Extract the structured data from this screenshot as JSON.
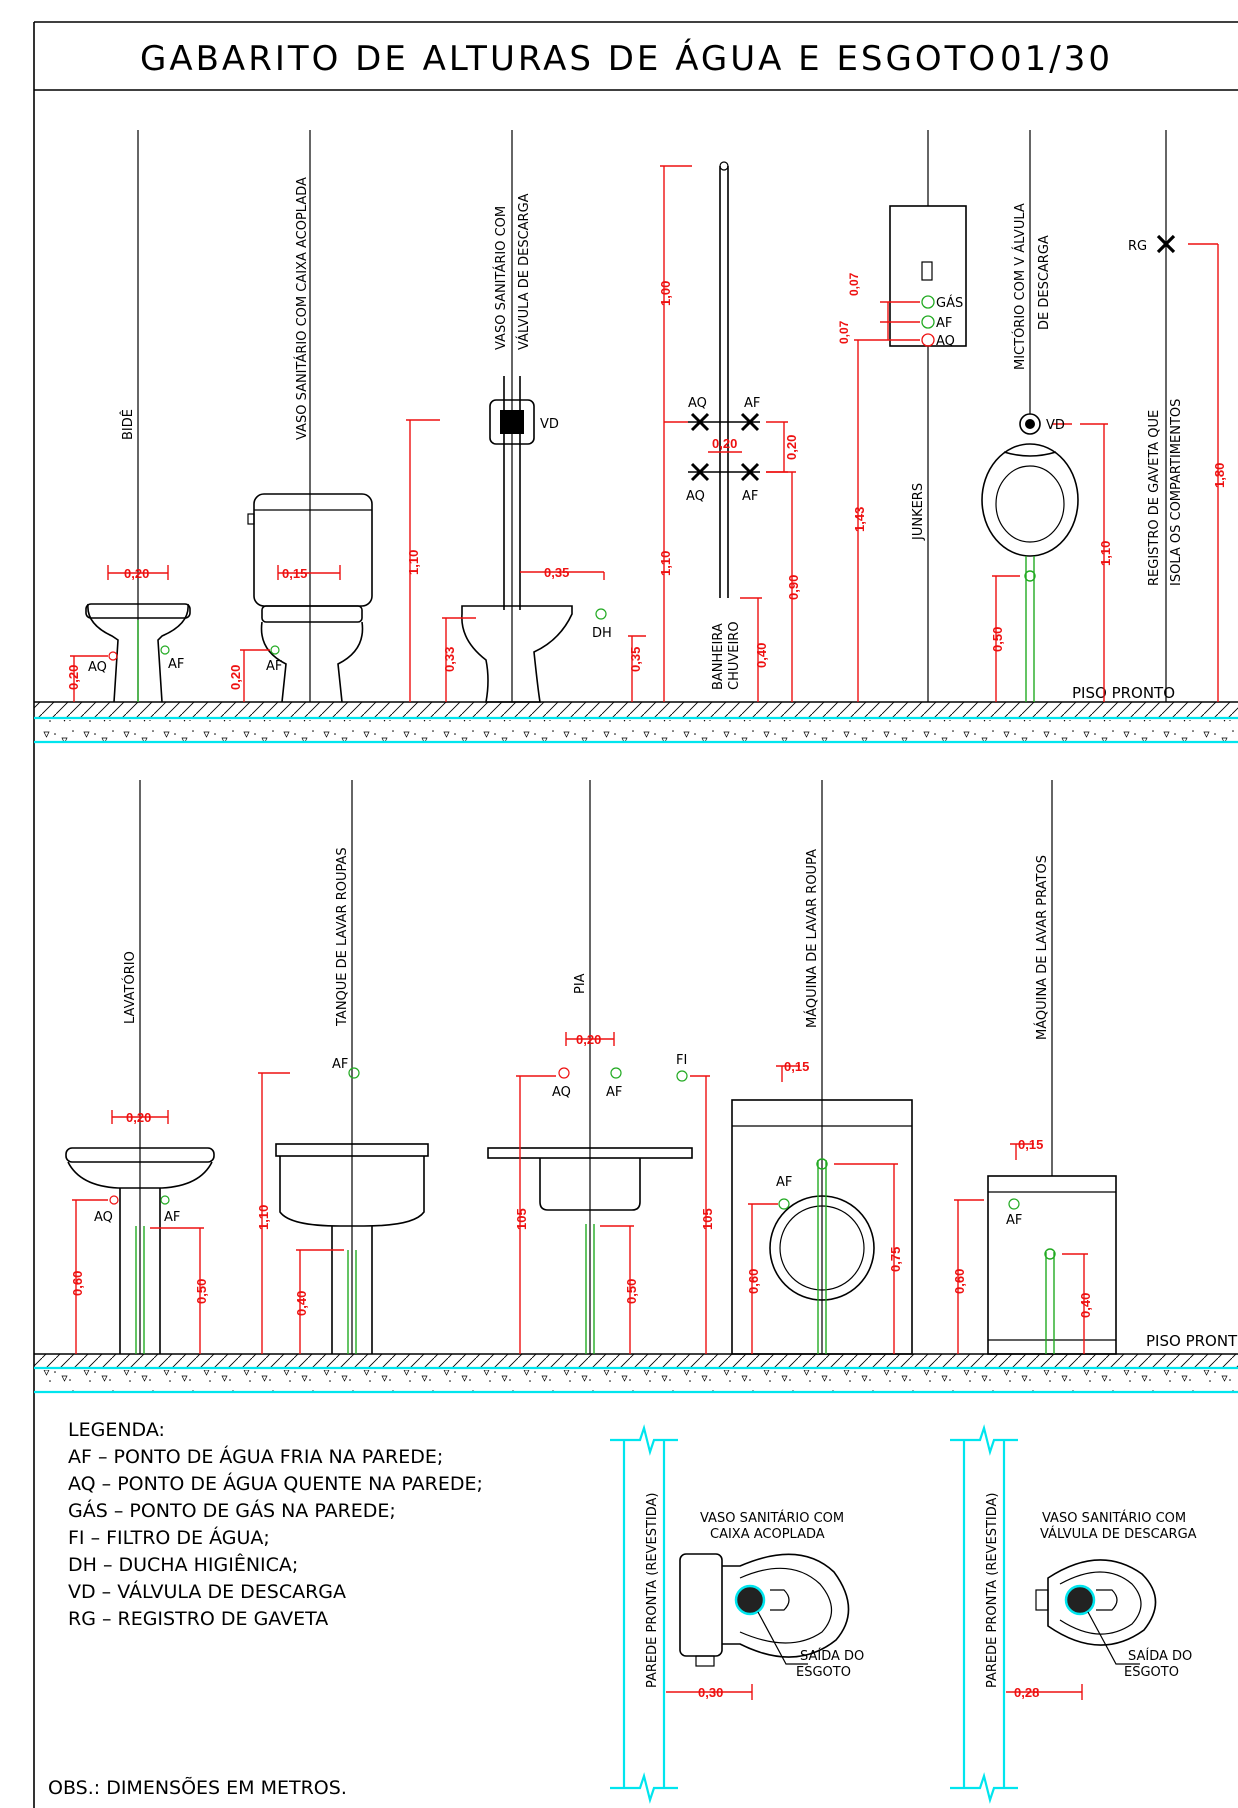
{
  "title": "GABARITO DE ALTURAS DE ÁGUA E ESGOTO",
  "sheet_code": "01/30",
  "top_row": {
    "fixtures": [
      {
        "label": "BIDÊ",
        "dims": [
          "0,20",
          "0,20"
        ],
        "points": [
          "AQ",
          "AF"
        ]
      },
      {
        "label": "VASO SANITÁRIO COM CAIXA ACOPLADA",
        "dims": [
          "0,15",
          "0,20"
        ],
        "points": [
          "AF"
        ]
      },
      {
        "label_line1": "VASO SANITÁRIO COM",
        "label_line2": "VÁLVULA DE DESCARGA",
        "dims": [
          "1,10",
          "0,33",
          "0,35",
          "0,35"
        ],
        "points": [
          "VD",
          "DH"
        ]
      },
      {
        "label_line1": "BANHEIRA",
        "label_line2": "CHUVEIRO",
        "dims": [
          "1,00",
          "1,10",
          "0,20",
          "0,20",
          "0,90",
          "0,40"
        ],
        "points": [
          "AQ",
          "AF",
          "AQ",
          "AF"
        ]
      },
      {
        "label": "JUNKERS",
        "dims": [
          "0,07",
          "0,07",
          "1,43"
        ],
        "points": [
          "GÁS",
          "AF",
          "AQ"
        ]
      },
      {
        "label_line1": "MICTÓRIO COM V ÁLVULA",
        "label_line2": "DE DESCARGA",
        "dims": [
          "0,50",
          "1,10"
        ],
        "points": [
          "VD"
        ]
      },
      {
        "label_line1": "REGISTRO DE GAVETA QUE",
        "label_line2": "ISOLA OS COMPARTIMENTOS",
        "dims": [
          "1,80"
        ],
        "points": [
          "RG"
        ]
      }
    ],
    "floor_label": "PISO PRONTO"
  },
  "bottom_row": {
    "fixtures": [
      {
        "label": "LAVATÓRIO",
        "dims": [
          "0,20",
          "0,60",
          "0,50"
        ],
        "points": [
          "AQ",
          "AF"
        ]
      },
      {
        "label": "TANQUE DE LAVAR ROUPAS",
        "dims": [
          "1,10",
          "0,40"
        ],
        "points": [
          "AF"
        ]
      },
      {
        "label": "PIA",
        "dims": [
          "0,20",
          "105",
          "105",
          "0,50"
        ],
        "points": [
          "AQ",
          "AF",
          "FI"
        ]
      },
      {
        "label": "MÁQUINA DE LAVAR ROUPA",
        "dims": [
          "0,15",
          "0,60",
          "0,75"
        ],
        "points": [
          "AF"
        ]
      },
      {
        "label": "MÁQUINA DE LAVAR PRATOS",
        "dims": [
          "0,15",
          "0,60",
          "0,40"
        ],
        "points": [
          "AF"
        ]
      }
    ],
    "floor_label": "PISO PRONTO"
  },
  "legend": {
    "heading": "LEGENDA:",
    "items": [
      "AF – PONTO DE ÁGUA FRIA NA PAREDE;",
      "AQ – PONTO DE ÁGUA QUENTE NA PAREDE;",
      "GÁS – PONTO DE GÁS NA PAREDE;",
      "FI – FILTRO DE ÁGUA;",
      "DH – DUCHA HIGIÊNICA;",
      "VD – VÁLVULA DE DESCARGA",
      "RG – REGISTRO DE GAVETA"
    ]
  },
  "plan_views": [
    {
      "wall_label": "PAREDE PRONTA (REVESTIDA)",
      "title_line1": "VASO SANITÁRIO COM",
      "title_line2": "CAIXA ACOPLADA",
      "outlet_line1": "SAÍDA DO",
      "outlet_line2": "ESGOTO",
      "dim": "0,30"
    },
    {
      "wall_label": "PAREDE PRONTA (REVESTIDA)",
      "title_line1": "VASO SANITÁRIO COM",
      "title_line2": "VÁLVULA DE DESCARGA",
      "outlet_line1": "SAÍDA DO",
      "outlet_line2": "ESGOTO",
      "dim": "0,28"
    }
  ],
  "note": "OBS.: DIMENSÕES EM METROS.",
  "colors": {
    "dimension": "#ee1111",
    "water_point": "#22aa22",
    "hot_point": "#ee1111",
    "wall_floor": "#00e5ee",
    "line": "#000000"
  }
}
